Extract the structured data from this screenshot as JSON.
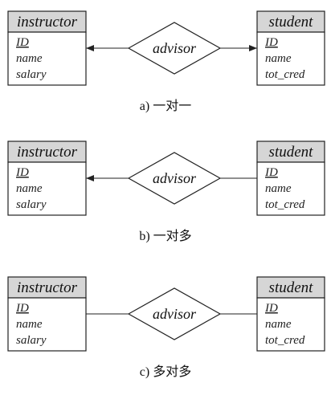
{
  "diagrams": [
    {
      "left_entity": {
        "name": "instructor",
        "attrs": [
          {
            "text": "ID",
            "key": true
          },
          {
            "text": "name",
            "key": false
          },
          {
            "text": "salary",
            "key": false
          }
        ]
      },
      "relationship": "advisor",
      "right_entity": {
        "name": "student",
        "attrs": [
          {
            "text": "ID",
            "key": true
          },
          {
            "text": "name",
            "key": false
          },
          {
            "text": "tot_cred",
            "key": false
          }
        ]
      },
      "left_arrow": true,
      "right_arrow": true,
      "caption": "a) 一对一"
    },
    {
      "left_entity": {
        "name": "instructor",
        "attrs": [
          {
            "text": "ID",
            "key": true
          },
          {
            "text": "name",
            "key": false
          },
          {
            "text": "salary",
            "key": false
          }
        ]
      },
      "relationship": "advisor",
      "right_entity": {
        "name": "student",
        "attrs": [
          {
            "text": "ID",
            "key": true
          },
          {
            "text": "name",
            "key": false
          },
          {
            "text": "tot_cred",
            "key": false
          }
        ]
      },
      "left_arrow": true,
      "right_arrow": false,
      "caption": "b) 一对多"
    },
    {
      "left_entity": {
        "name": "instructor",
        "attrs": [
          {
            "text": "ID",
            "key": true
          },
          {
            "text": "name",
            "key": false
          },
          {
            "text": "salary",
            "key": false
          }
        ]
      },
      "relationship": "advisor",
      "right_entity": {
        "name": "student",
        "attrs": [
          {
            "text": "ID",
            "key": true
          },
          {
            "text": "name",
            "key": false
          },
          {
            "text": "tot_cred",
            "key": false
          }
        ]
      },
      "left_arrow": false,
      "right_arrow": false,
      "caption": "c) 多对多"
    }
  ]
}
